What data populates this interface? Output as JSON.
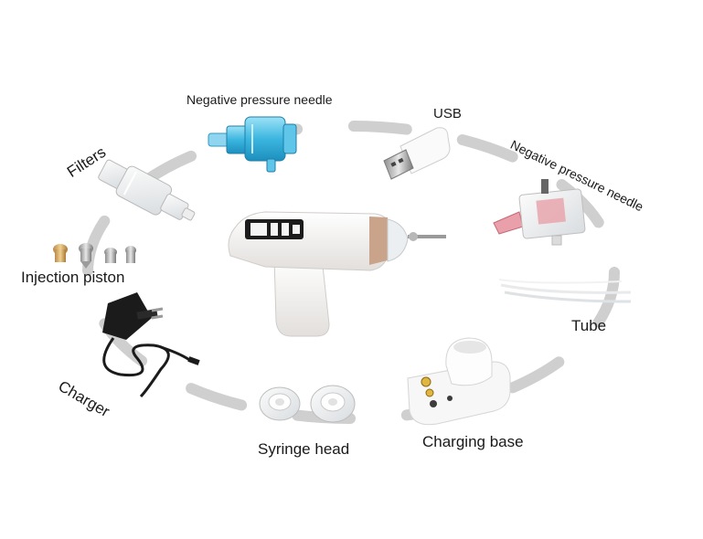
{
  "labels": {
    "negative_pressure_needle_top": "Negative pressure needle",
    "usb": "USB",
    "negative_pressure_needle_right": "Negative pressure needle",
    "filters": "Filters",
    "injection_piston": "Injection piston",
    "tube": "Tube",
    "charger": "Charger",
    "syringe_head": "Syringe head",
    "charging_base": "Charging base"
  },
  "colors": {
    "ring": "#cfcfcf",
    "device_body": "#f3f1ef",
    "device_accent": "#c9a48a",
    "needle_blue": "#4cc0e6",
    "needle_pink": "#e9a1a8",
    "charger_black": "#1b1b1b"
  }
}
